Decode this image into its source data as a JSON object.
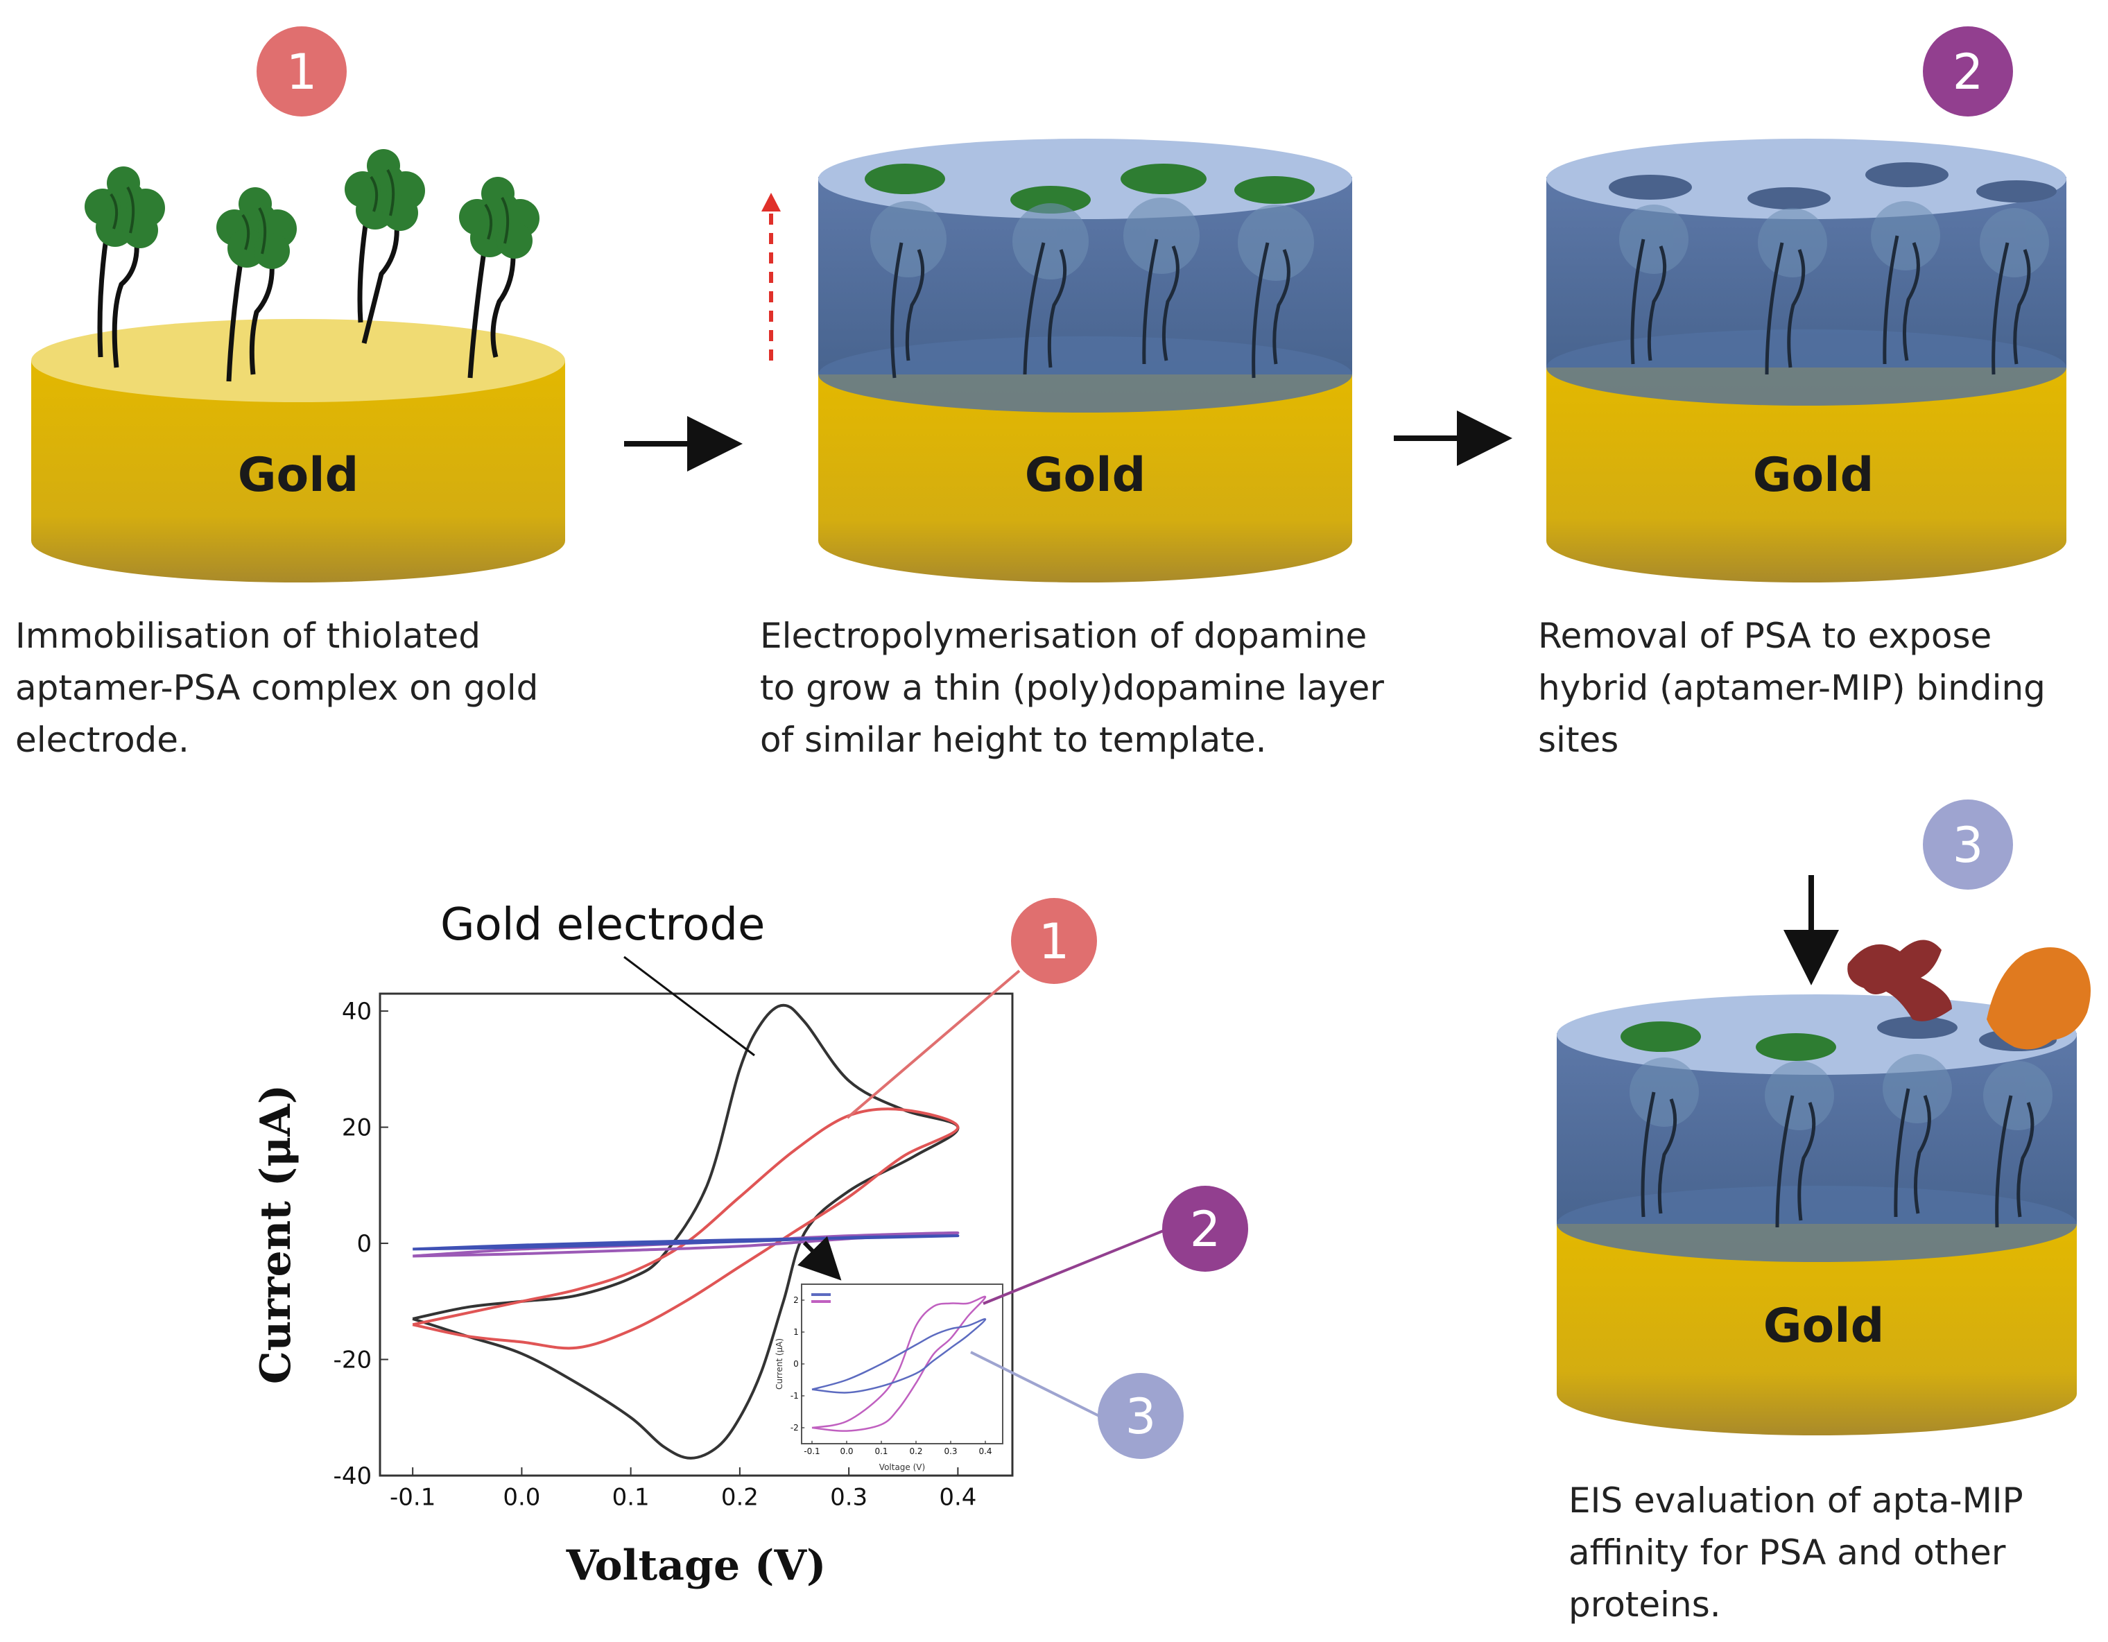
{
  "colors": {
    "gold_top": "#efda70",
    "gold_body": "#dcb200",
    "polymer": "#5a77a6",
    "polymer_top": "#aabfe0",
    "protein": "#2e7d32",
    "badge1": "#e06f6f",
    "badge2": "#923f8f",
    "badge3": "#9ea4d0",
    "curve_gold": "#333333",
    "curve_step1": "#e05555",
    "curve_step2": "#9b59b6",
    "curve_step3": "#3f51b5",
    "competitor_protein": "#8b2e2e",
    "other_protein": "#e07a1f"
  },
  "electrodes": [
    {
      "label": "Gold"
    },
    {
      "label": "Gold"
    },
    {
      "label": "Gold"
    },
    {
      "label": "Gold"
    }
  ],
  "badges": [
    {
      "number": "1"
    },
    {
      "number": "2"
    },
    {
      "number": "3"
    },
    {
      "number": "1"
    },
    {
      "number": "2"
    },
    {
      "number": "3"
    }
  ],
  "captions": {
    "step1": [
      "Immobilisation of thiolated",
      "aptamer-PSA complex on gold",
      "electrode."
    ],
    "step2": [
      "Electropolymerisation of dopamine",
      "to grow a thin (poly)dopamine layer",
      "of similar height to template."
    ],
    "step3": [
      "Removal of PSA to expose",
      "hybrid (aptamer-MIP) binding",
      "sites"
    ],
    "step4": [
      "EIS evaluation of apta-MIP",
      "affinity for PSA and other",
      "proteins."
    ]
  },
  "chart_annotation": "Gold electrode",
  "chart_data": {
    "type": "line",
    "xlabel": "Voltage (V)",
    "ylabel": "Current (μA)",
    "xlim": [
      -0.13,
      0.45
    ],
    "ylim": [
      -40,
      43
    ],
    "xticks": [
      "-0.1",
      "0.0",
      "0.1",
      "0.2",
      "0.3",
      "0.4"
    ],
    "yticks": [
      "40",
      "20",
      "0",
      "-20",
      "-40"
    ],
    "series": [
      {
        "key": "gold",
        "color": "#333333",
        "x": [
          -0.1,
          -0.05,
          0.0,
          0.05,
          0.1,
          0.13,
          0.17,
          0.2,
          0.22,
          0.24,
          0.26,
          0.3,
          0.35,
          0.4,
          0.36,
          0.3,
          0.26,
          0.24,
          0.22,
          0.2,
          0.18,
          0.155,
          0.13,
          0.1,
          0.05,
          0.0,
          -0.05,
          -0.1
        ],
        "y": [
          -13,
          -11,
          -10,
          -9,
          -6,
          -2,
          10,
          30,
          38,
          41,
          38,
          28,
          23,
          20,
          15,
          9,
          2,
          -10,
          -22,
          -30,
          -35,
          -37,
          -35,
          -30,
          -24,
          -19,
          -16,
          -13
        ]
      },
      {
        "key": "step1",
        "color": "#e05555",
        "x": [
          -0.1,
          -0.05,
          0.0,
          0.05,
          0.1,
          0.15,
          0.2,
          0.25,
          0.3,
          0.35,
          0.4,
          0.35,
          0.3,
          0.25,
          0.2,
          0.15,
          0.1,
          0.05,
          0.0,
          -0.05,
          -0.1
        ],
        "y": [
          -14,
          -12,
          -10,
          -8,
          -5,
          0,
          8,
          16,
          22,
          23,
          20,
          15,
          8,
          2,
          -4,
          -10,
          -15,
          -18,
          -17,
          -16,
          -14
        ]
      },
      {
        "key": "step2",
        "color": "#9b59b6",
        "x": [
          -0.1,
          0.0,
          0.1,
          0.2,
          0.3,
          0.4,
          0.3,
          0.2,
          0.1,
          0.0,
          -0.1
        ],
        "y": [
          -2.2,
          -1.8,
          -1.2,
          -0.5,
          0.8,
          1.8,
          1.3,
          0.4,
          -0.4,
          -1.0,
          -2.2
        ]
      },
      {
        "key": "step3",
        "color": "#3f51b5",
        "x": [
          -0.1,
          0.0,
          0.1,
          0.2,
          0.3,
          0.4,
          0.3,
          0.2,
          0.1,
          0.0,
          -0.1
        ],
        "y": [
          -1.0,
          -0.7,
          -0.2,
          0.3,
          1.0,
          1.3,
          0.9,
          0.6,
          0.2,
          -0.3,
          -1.0
        ]
      }
    ],
    "inset": {
      "xlabel": "Voltage (V)",
      "ylabel": "Current (μA)",
      "xticks": [
        "-0.1",
        "0.0",
        "0.1",
        "0.2",
        "0.3",
        "0.4"
      ],
      "yticks": [
        "2",
        "1",
        "0",
        "-1",
        "-2"
      ],
      "xlim": [
        -0.13,
        0.45
      ],
      "ylim": [
        -2.5,
        2.5
      ],
      "series": [
        {
          "key": "step2",
          "color": "#c060c0",
          "x": [
            -0.1,
            0.0,
            0.1,
            0.15,
            0.2,
            0.25,
            0.3,
            0.35,
            0.4,
            0.35,
            0.3,
            0.25,
            0.2,
            0.15,
            0.1,
            0.0,
            -0.1
          ],
          "y": [
            -2.0,
            -1.8,
            -1.0,
            -0.2,
            1.2,
            1.8,
            1.9,
            1.9,
            2.1,
            1.5,
            0.8,
            0.3,
            -0.6,
            -1.4,
            -1.9,
            -2.1,
            -2.0
          ]
        },
        {
          "key": "step3",
          "color": "#5c6bc0",
          "x": [
            -0.1,
            0.0,
            0.1,
            0.2,
            0.25,
            0.3,
            0.35,
            0.4,
            0.35,
            0.3,
            0.25,
            0.2,
            0.1,
            0.0,
            -0.1
          ],
          "y": [
            -0.8,
            -0.5,
            0.0,
            0.6,
            0.9,
            1.1,
            1.2,
            1.4,
            0.9,
            0.5,
            0.1,
            -0.3,
            -0.7,
            -0.9,
            -0.8
          ]
        }
      ]
    }
  }
}
